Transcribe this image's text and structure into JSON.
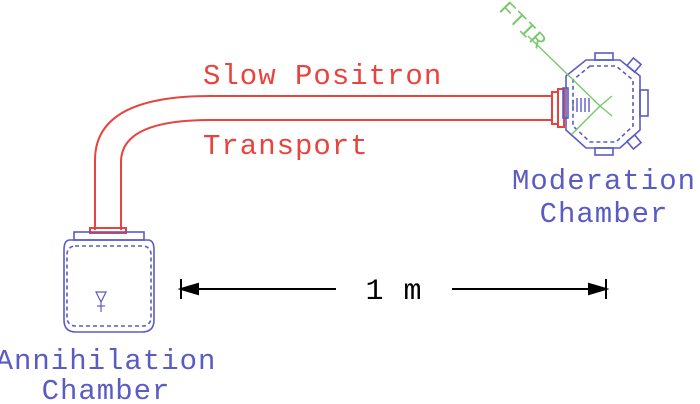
{
  "labels": {
    "transport_line1": "Slow Positron",
    "transport_line2": "Transport",
    "ftir": "FTIR",
    "moderation_line1": "Moderation",
    "moderation_line2": "Chamber",
    "annihilation_line1": "Annihilation",
    "annihilation_line2": "Chamber",
    "scale": "1 m"
  },
  "colors": {
    "transport": "#e8433c",
    "chamber": "#5a5cc4",
    "ftir": "#79c86d",
    "scale": "#000000"
  }
}
